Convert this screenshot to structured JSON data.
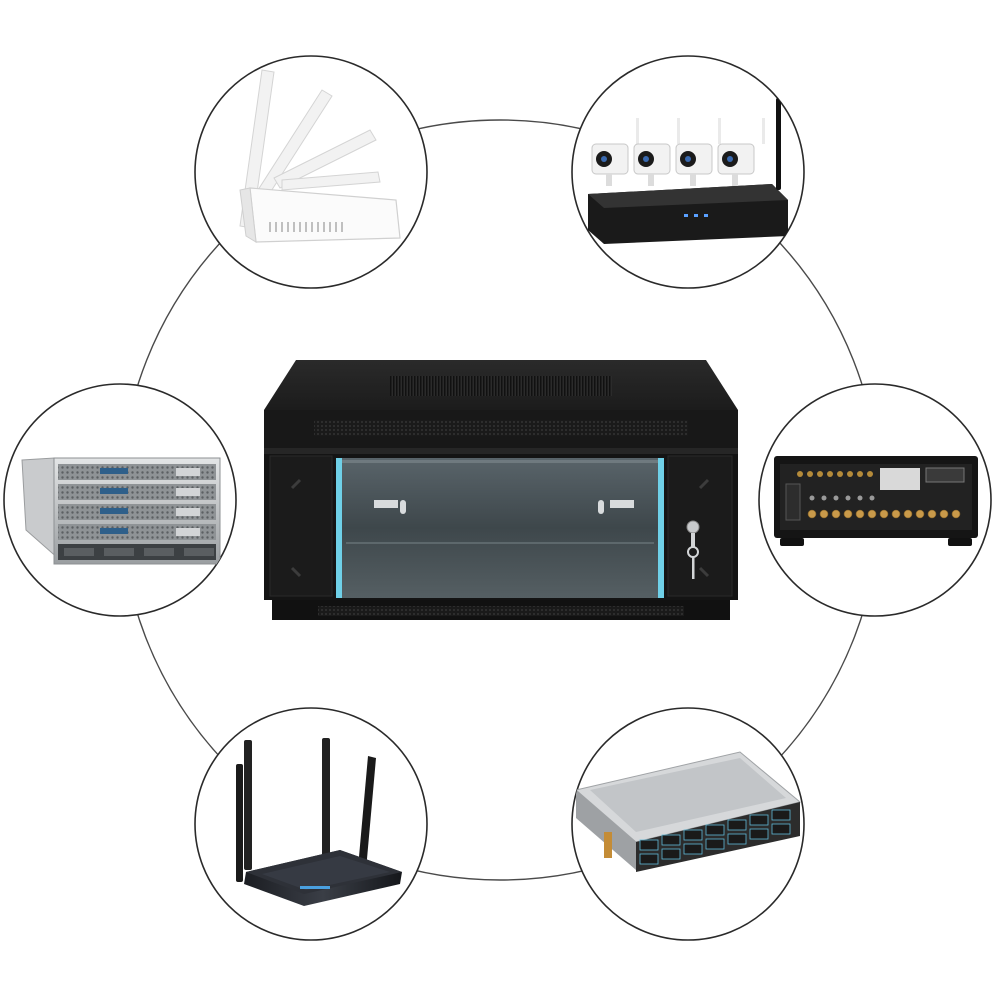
{
  "scene": {
    "background": "#ffffff",
    "ring_color": "#4a4a4a",
    "circle_border": "#2a2a2a",
    "center_item": "wall-mount-network-cabinet",
    "satellite_items": [
      "wifi-router-white",
      "security-camera-nvr-kit",
      "blade-server-chassis",
      "av-receiver",
      "wifi-router-black",
      "rack-storage-server"
    ]
  },
  "colors": {
    "cabinet_body": "#141414",
    "cabinet_top": "#1c1c1c",
    "glass_tint": "#4a5458",
    "glass_edge": "#6fd0e8",
    "metal_silver": "#b9bcbe",
    "led_blue": "#39a7e0",
    "orange_accent": "#d99a3a"
  }
}
